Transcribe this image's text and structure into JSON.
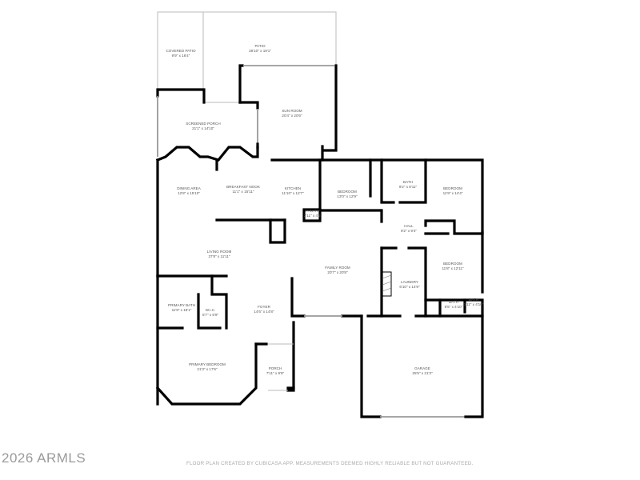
{
  "rooms": [
    {
      "name": "Covered Patio",
      "size": "9'9\" x 16'4\""
    },
    {
      "name": "Patio",
      "size": "28'10\" x 19'1\""
    },
    {
      "name": "Sun Room",
      "size": "20'4\" x 20'6\""
    },
    {
      "name": "Screened Porch",
      "size": "21'1\" x 14'10\""
    },
    {
      "name": "Dining Area",
      "size": "12'8\" x 15'10\""
    },
    {
      "name": "Breakfast Nook",
      "size": "11'1\" x 15'11\""
    },
    {
      "name": "Kitchen",
      "size": "11'10\" x 12'7\""
    },
    {
      "name": "Pantry",
      "size": "2'11\" x 4'5\""
    },
    {
      "name": "Bedroom",
      "size": "13'0\" x 12'9\""
    },
    {
      "name": "Bath",
      "size": "9'2\" x 8'11\""
    },
    {
      "name": "Bedroom",
      "size": "11'9\" x 14'4\""
    },
    {
      "name": "Hall",
      "size": "9'2\" x 9'4\""
    },
    {
      "name": "Living Room",
      "size": "27'8\" x 11'11\""
    },
    {
      "name": "Family Room",
      "size": "20'7\" x 20'8\""
    },
    {
      "name": "Bedroom",
      "size": "11'8\" x 12'11\""
    },
    {
      "name": "Laundry",
      "size": "6'10\" x 14'9\""
    },
    {
      "name": "Bath",
      "size": "8'5\" x 4'10\""
    },
    {
      "name": "Bath",
      "size": "3'11\" x 4'10\""
    },
    {
      "name": "Primary Bath",
      "size": "11'9\" x 18'1\""
    },
    {
      "name": "W.I.C.",
      "size": "5'7\" x 6'9\""
    },
    {
      "name": "Foyer",
      "size": "14'6\" x 14'8\""
    },
    {
      "name": "Primary Bedroom",
      "size": "21'3\" x 17'6\""
    },
    {
      "name": "Porch",
      "size": "7'11\" x 9'8\""
    },
    {
      "name": "Garage",
      "size": "25'5\" x 21'3\""
    }
  ],
  "watermark": "2026 ARMLS",
  "disclaimer": "FLOOR PLAN CREATED BY CUBICASA APP. MEASUREMENTS DEEMED HIGHLY RELIABLE BUT NOT GUARANTEED."
}
